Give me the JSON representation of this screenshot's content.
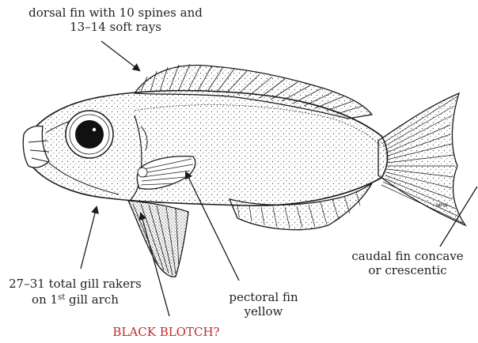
{
  "labels": {
    "dorsal": {
      "line1": "dorsal fin with 10 spines and",
      "line2": "13–14 soft rays"
    },
    "caudal": {
      "line1": "caudal fin concave",
      "line2": "or crescentic"
    },
    "gill": {
      "line1": "27–31 total gill rakers",
      "line2_pre": "on 1",
      "line2_sup": "st",
      "line2_post": " gill arch"
    },
    "pectoral": {
      "line1": "pectoral fin",
      "line2": "yellow"
    },
    "blotch": {
      "text": "BLACK BLOTCH?"
    }
  },
  "signature": "MPW",
  "colors": {
    "text": "#222222",
    "highlight": "#c62828",
    "ink": "#1a1a1a"
  }
}
